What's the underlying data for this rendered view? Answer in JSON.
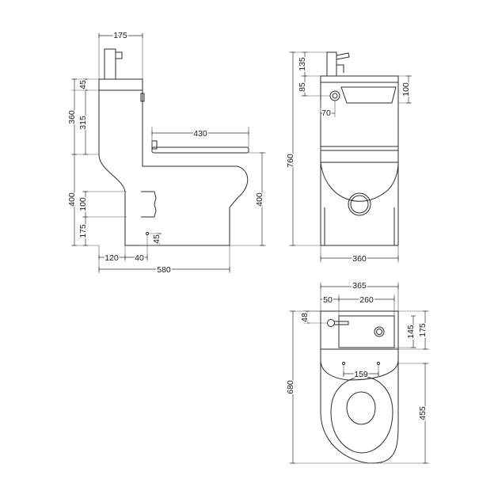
{
  "side_view": {
    "tap_width": "175",
    "tap_height": "45",
    "cistern_height": "360",
    "cistern_inner": "315",
    "seat_depth": "430",
    "pan_height_left": "400",
    "waste_height": "100",
    "outlet_height": "175",
    "outlet_offset": "45",
    "base_setback": "120",
    "base_gap": "40",
    "overall_depth": "580",
    "pan_height_right": "400"
  },
  "front_view": {
    "tap_height": "135",
    "basin_offset": "85",
    "basin_depth": "100",
    "waste_offset": "70",
    "overall_height": "760",
    "overall_width": "360"
  },
  "plan_view": {
    "overall_width": "365",
    "left_offset": "50",
    "basin_width": "260",
    "tap_offset": "48",
    "basin_length": "145",
    "cistern_length": "175",
    "fixing_centres": "159",
    "overall_length": "680",
    "pan_length": "455"
  }
}
